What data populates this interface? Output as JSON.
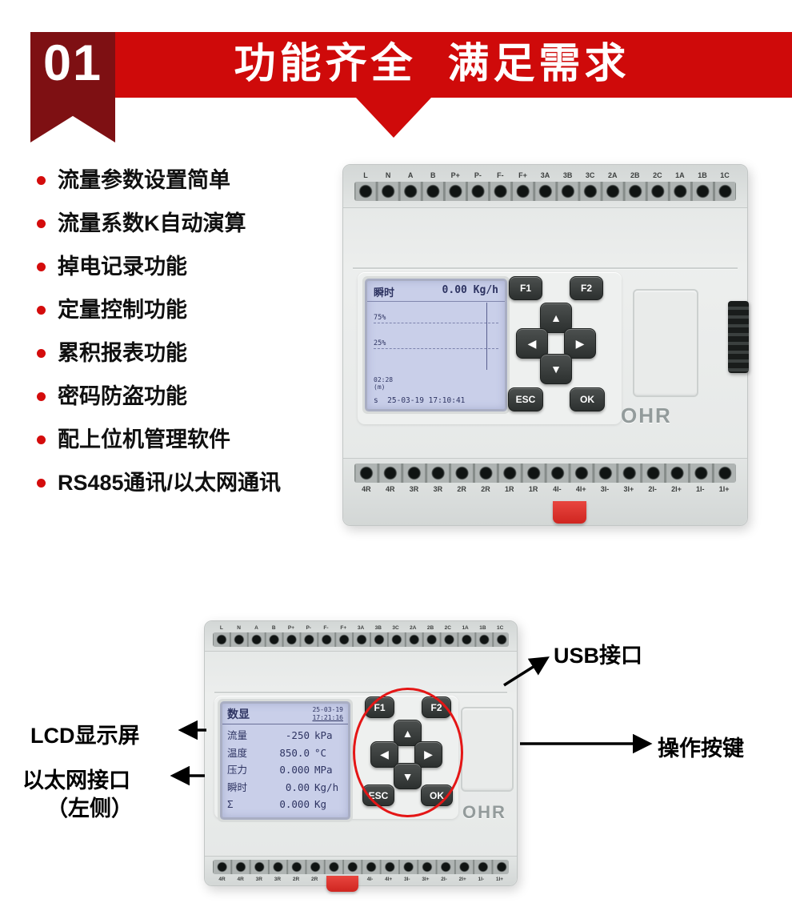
{
  "header": {
    "number": "01",
    "title": "功能齐全  满足需求"
  },
  "features": [
    "流量参数设置简单",
    "流量系数K自动演算",
    "掉电记录功能",
    "定量控制功能",
    "累积报表功能",
    "密码防盗功能",
    "配上位机管理软件",
    "RS485通讯/以太网通讯"
  ],
  "colors": {
    "banner_red": "#cf0a0a",
    "ribbon_maroon": "#7e1013",
    "bullet_red": "#d40c0c",
    "lcd_background": "#c9cfe9",
    "lcd_text": "#2e3462",
    "callout_circle_red": "#e41616",
    "din_clip_red": "#d92c26"
  },
  "terminals": {
    "top": [
      "L",
      "N",
      "A",
      "B",
      "P+",
      "P-",
      "F-",
      "F+",
      "3A",
      "3B",
      "3C",
      "2A",
      "2B",
      "2C",
      "1A",
      "1B",
      "1C"
    ],
    "bottom": [
      "4R",
      "4R",
      "3R",
      "3R",
      "2R",
      "2R",
      "1R",
      "1R",
      "4I-",
      "4I+",
      "3I-",
      "3I+",
      "2I-",
      "2I+",
      "1I-",
      "1I+"
    ]
  },
  "keypad": {
    "f1": "F1",
    "f2": "F2",
    "esc": "ESC",
    "ok": "OK",
    "up": "▲",
    "down": "▼",
    "left": "◀",
    "right": "▶"
  },
  "brand": "OHR",
  "device_top": {
    "lcd": {
      "row_label": "瞬时",
      "row_value": "0.00 Kg/h",
      "grid_75": "75%",
      "grid_25": "25%",
      "time": "02:28",
      "time_unit": "(m)",
      "status_line": "s  25-03-19 17:10:41"
    }
  },
  "device_bottom": {
    "lcd": {
      "title": "数显",
      "date": "25-03-19",
      "time": "17:21:16",
      "rows": [
        {
          "label": "流量",
          "value": "-250",
          "unit": "kPa"
        },
        {
          "label": "温度",
          "value": "850.0",
          "unit": "°C"
        },
        {
          "label": "压力",
          "value": "0.000",
          "unit": "MPa"
        },
        {
          "label": "瞬时",
          "value": "0.00",
          "unit": "Kg/h"
        },
        {
          "label": "Σ",
          "value": "0.000",
          "unit": "Kg"
        }
      ]
    }
  },
  "annotations": {
    "usb": "USB接口",
    "lcd": "LCD显示屏",
    "ethernet_line1": "以太网接口",
    "ethernet_line2": "（左侧）",
    "keys": "操作按键"
  }
}
